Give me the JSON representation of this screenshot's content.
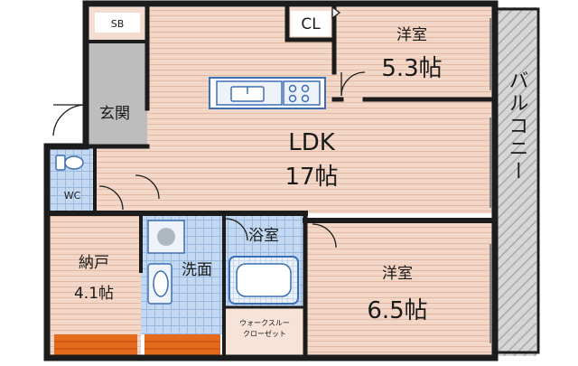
{
  "rooms": {
    "sb": "SB",
    "entrance": "玄関",
    "wc": "WC",
    "cl": "CL",
    "western_north": {
      "name": "洋室",
      "size": "5.3帖"
    },
    "ldk": {
      "name": "LDK",
      "size": "17帖"
    },
    "storage": {
      "name": "納戸",
      "size": "4.1帖"
    },
    "washroom": "洗面",
    "bath": "浴室",
    "walkin_line1": "ウォークスルー",
    "walkin_line2": "クローゼット",
    "western_south": {
      "name": "洋室",
      "size": "6.5帖"
    },
    "balcony": "バルコニー"
  },
  "colors": {
    "wall": "#1c1c1c",
    "floor": "#f2d6c7",
    "floor_line": "#e3b9a4",
    "tile": "#bcd3ee",
    "tile_line": "#8fb2db",
    "entrance": "#bdbdbd",
    "balcony": "#c8c8c8",
    "wood": "#e46a1c",
    "kitchen_blue": "#3b6fb6",
    "window": "#6a6a6a"
  }
}
